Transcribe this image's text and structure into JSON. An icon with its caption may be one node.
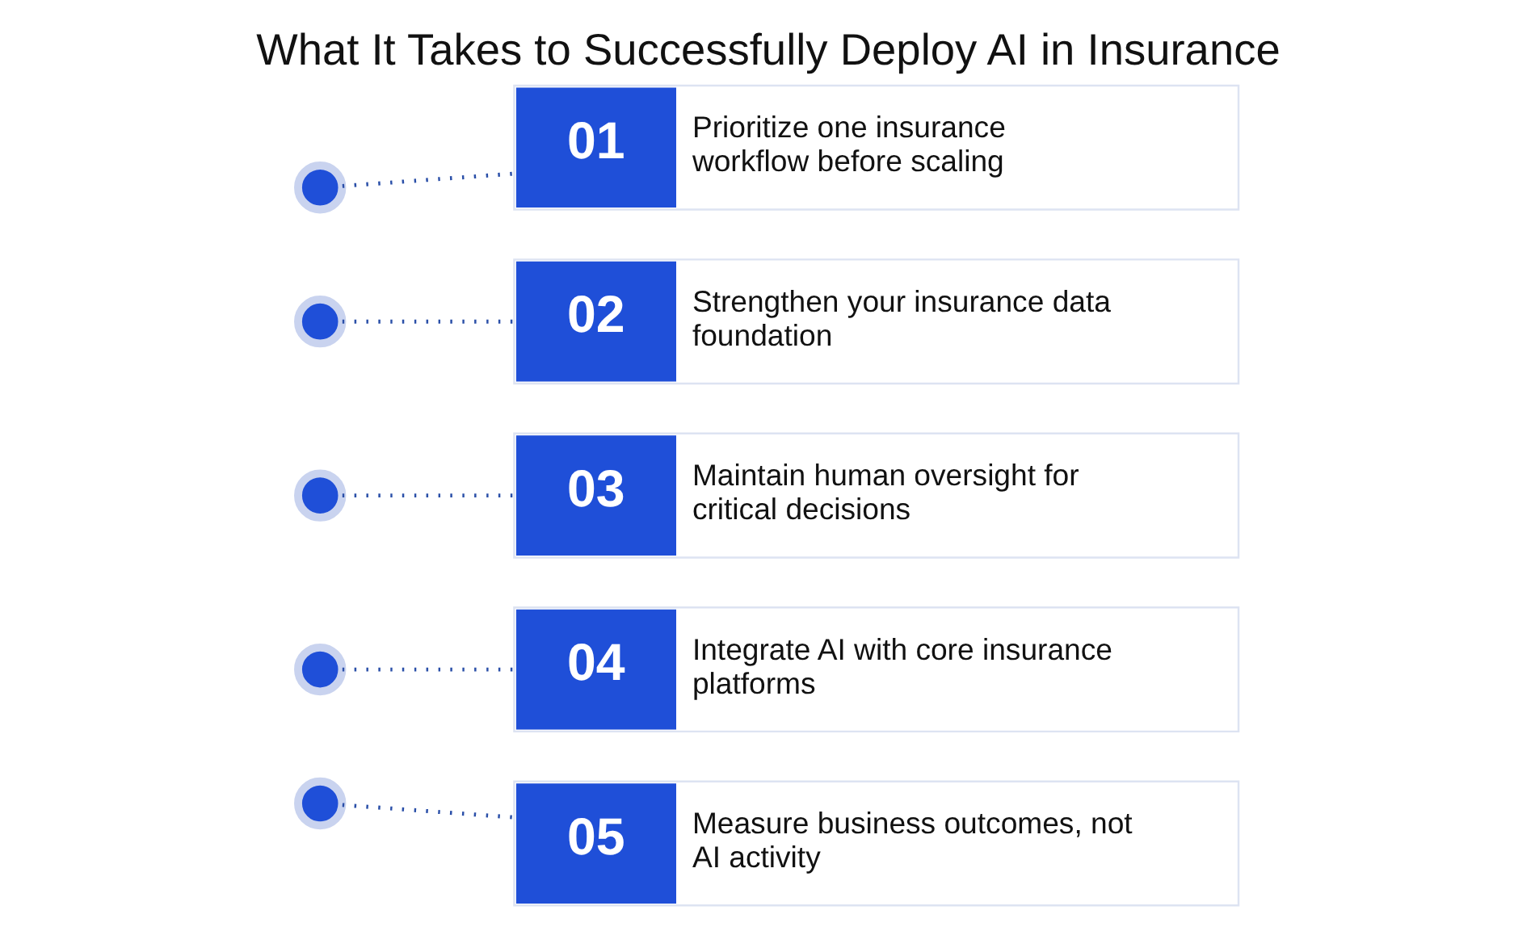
{
  "diagram": {
    "title": "What It Takes to Successfully Deploy AI in Insurance",
    "nodes": [
      {
        "text": [],
        "shape": "circle"
      },
      {
        "text": [],
        "shape": "circle"
      },
      {
        "text": [],
        "shape": "circle"
      },
      {
        "text": [],
        "shape": "circle"
      },
      {
        "text": [],
        "shape": "circle"
      },
      {
        "text": [
          "01",
          "Prioritize one insurance workflow before scaling"
        ]
      },
      {
        "text": [
          "02",
          "Strengthen your insurance data foundation"
        ]
      },
      {
        "text": [
          "03",
          "Maintain human oversight for critical decisions"
        ]
      },
      {
        "text": [
          "04",
          "Integrate AI with core insurance platforms"
        ]
      },
      {
        "text": [
          "05",
          "Measure business outcomes, not AI activity"
        ]
      }
    ],
    "edges": [
      {
        "from": 0,
        "to": 5,
        "arrow": "none",
        "style": "dashed"
      },
      {
        "from": 1,
        "to": 6,
        "arrow": "none",
        "style": "dashed"
      },
      {
        "from": 2,
        "to": 7,
        "arrow": "none",
        "style": "dashed"
      },
      {
        "from": 3,
        "to": 8,
        "arrow": "none",
        "style": "dashed"
      },
      {
        "from": 4,
        "to": 9,
        "arrow": "none",
        "style": "dashed"
      }
    ]
  }
}
